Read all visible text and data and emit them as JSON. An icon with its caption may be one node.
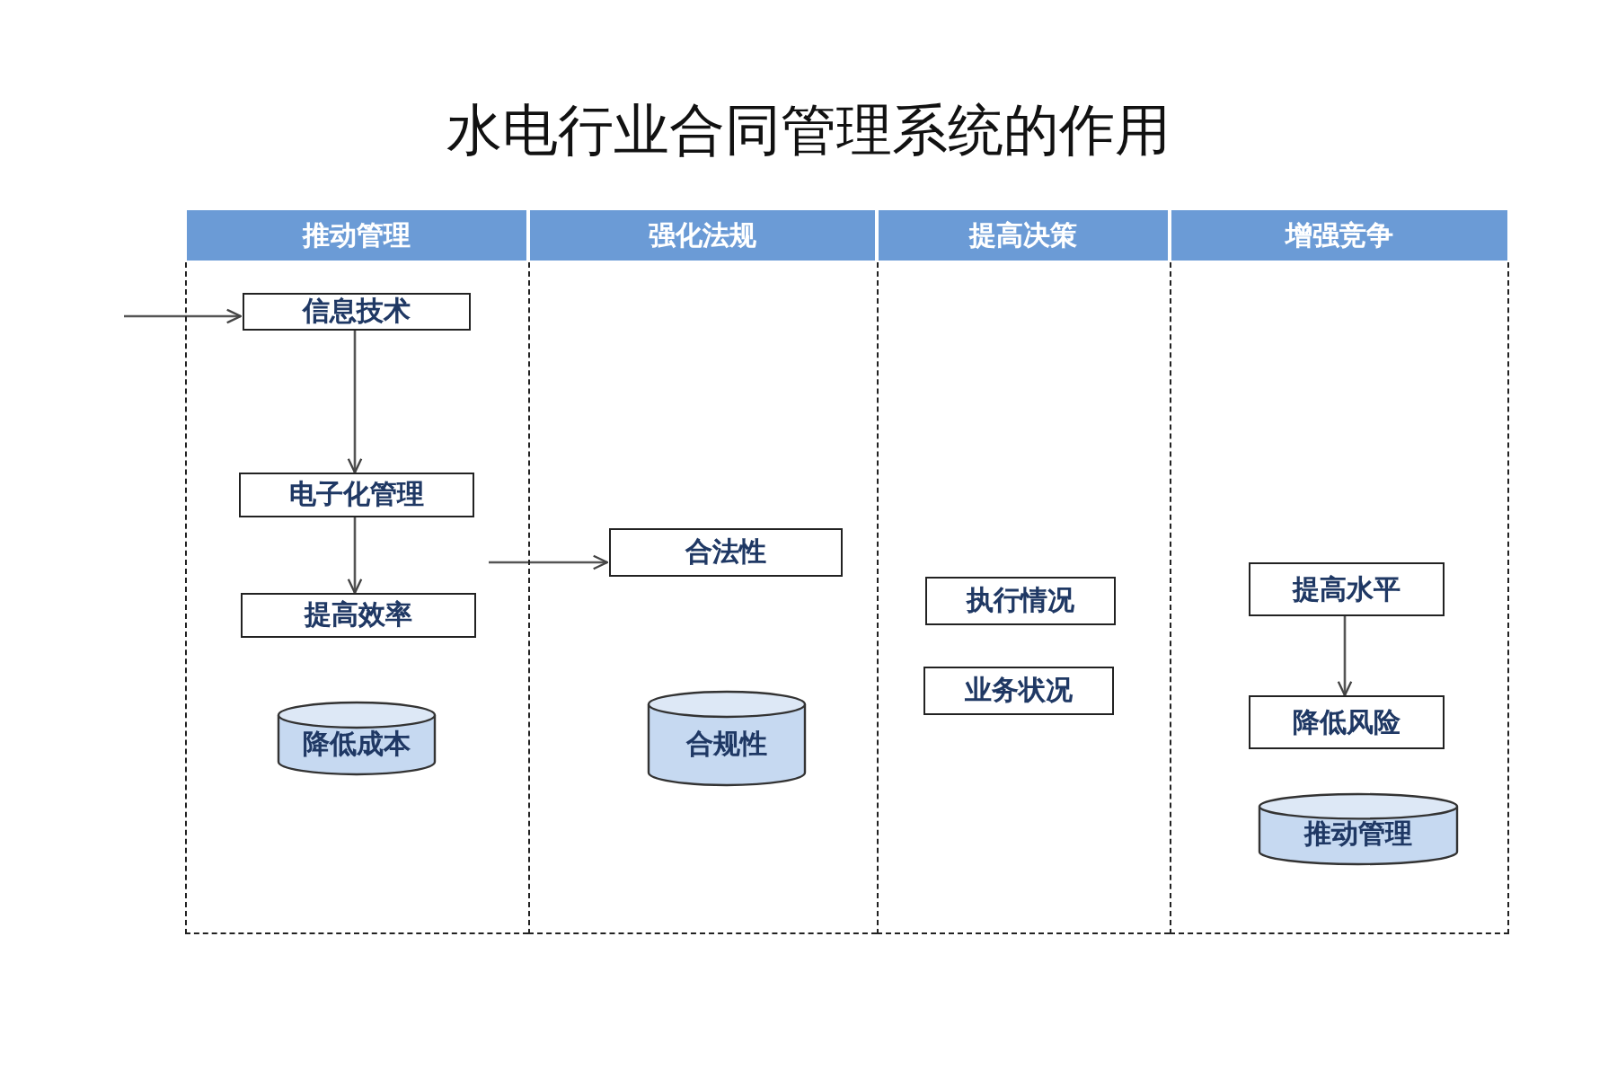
{
  "diagram": {
    "title": "水电行业合同管理系统的作用",
    "nodes": [
      {
        "text": [
          "推动管理"
        ]
      },
      {
        "text": [
          "强化法规"
        ]
      },
      {
        "text": [
          "提高决策"
        ]
      },
      {
        "text": [
          "增强竞争"
        ]
      },
      {
        "text": [
          "信息技术"
        ],
        "in": 0
      },
      {
        "text": [
          "电子化管理"
        ],
        "in": 0
      },
      {
        "text": [
          "提高效率"
        ],
        "in": 0
      },
      {
        "text": [
          "降低成本"
        ],
        "in": 0
      },
      {
        "text": [
          "合法性"
        ],
        "in": 1
      },
      {
        "text": [
          "合规性"
        ],
        "in": 1
      },
      {
        "text": [
          "执行情况"
        ],
        "in": 2
      },
      {
        "text": [
          "业务状况"
        ],
        "in": 2
      },
      {
        "text": [
          "提高水平"
        ],
        "in": 3
      },
      {
        "text": [
          "降低风险"
        ],
        "in": 3
      },
      {
        "text": [
          "推动管理"
        ],
        "in": 3
      }
    ],
    "edges": [
      {
        "from": null,
        "to": 4,
        "arrow": "to"
      },
      {
        "from": 4,
        "to": 5,
        "arrow": "to"
      },
      {
        "from": 5,
        "to": 6,
        "arrow": "to"
      },
      {
        "from": null,
        "to": 8,
        "arrow": "to"
      },
      {
        "from": 12,
        "to": 13,
        "arrow": "to"
      }
    ]
  }
}
